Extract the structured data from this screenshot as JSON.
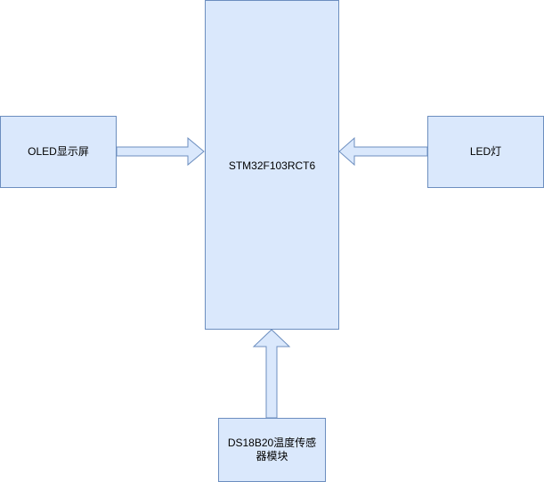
{
  "diagram": {
    "nodes": {
      "mcu": {
        "label": "STM32F103RCT6"
      },
      "oled": {
        "label": "OLED显示屏"
      },
      "led": {
        "label": "LED灯"
      },
      "sensor": {
        "label": "DS18B20温度传感器模块"
      }
    },
    "edges": [
      {
        "from": "oled",
        "to": "mcu"
      },
      {
        "from": "led",
        "to": "mcu"
      },
      {
        "from": "sensor",
        "to": "mcu"
      }
    ],
    "colors": {
      "node_fill": "#dae8fc",
      "node_stroke": "#6c8ebf",
      "text": "#000000",
      "background": "#ffffff"
    }
  }
}
